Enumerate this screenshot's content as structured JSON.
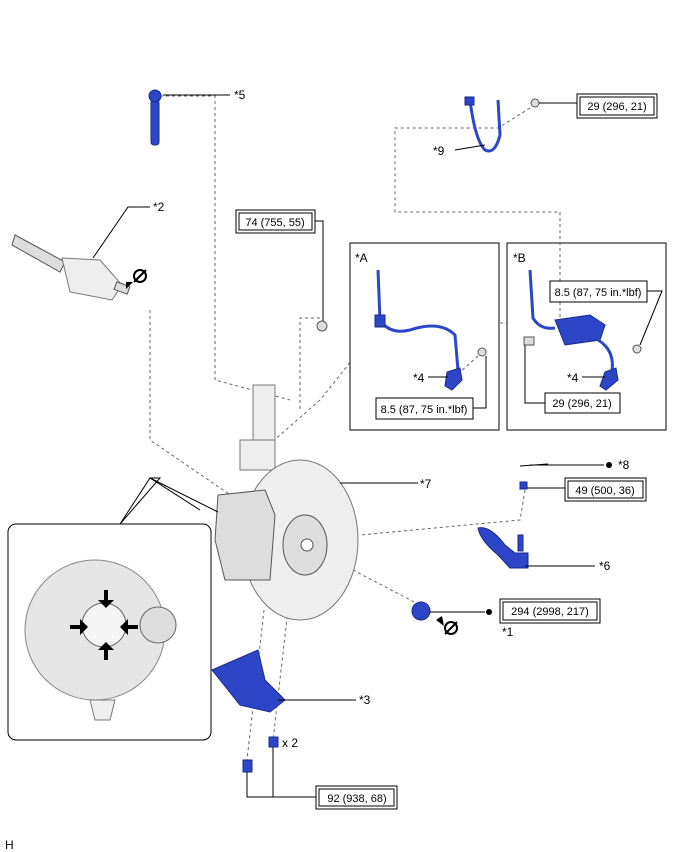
{
  "callouts": {
    "p1": "*1",
    "p2": "*2",
    "p3": "*3",
    "p4a": "*4",
    "p4b": "*4",
    "p5": "*5",
    "p6": "*6",
    "p7": "*7",
    "p8": "*8",
    "p9": "*9"
  },
  "insets": {
    "a": "*A",
    "b": "*B"
  },
  "torque": {
    "harness_bolt": "29 (296, 21)",
    "strut_nut": "74 (755, 55)",
    "sensor_bolt_a": "8.5 (87, 75 in.*lbf)",
    "sensor_bolt_b": "8.5 (87, 75 in.*lbf)",
    "bracket_bolt_b": "29 (296, 21)",
    "tie_rod_nut": "49 (500, 36)",
    "hub_nut": "294 (2998, 217)",
    "lower_bolts": "92 (938, 68)"
  },
  "quantity": "x 2",
  "corner_mark": "H",
  "colors": {
    "part": "#2d46c8",
    "line": "#000000",
    "dash": "#666666"
  }
}
